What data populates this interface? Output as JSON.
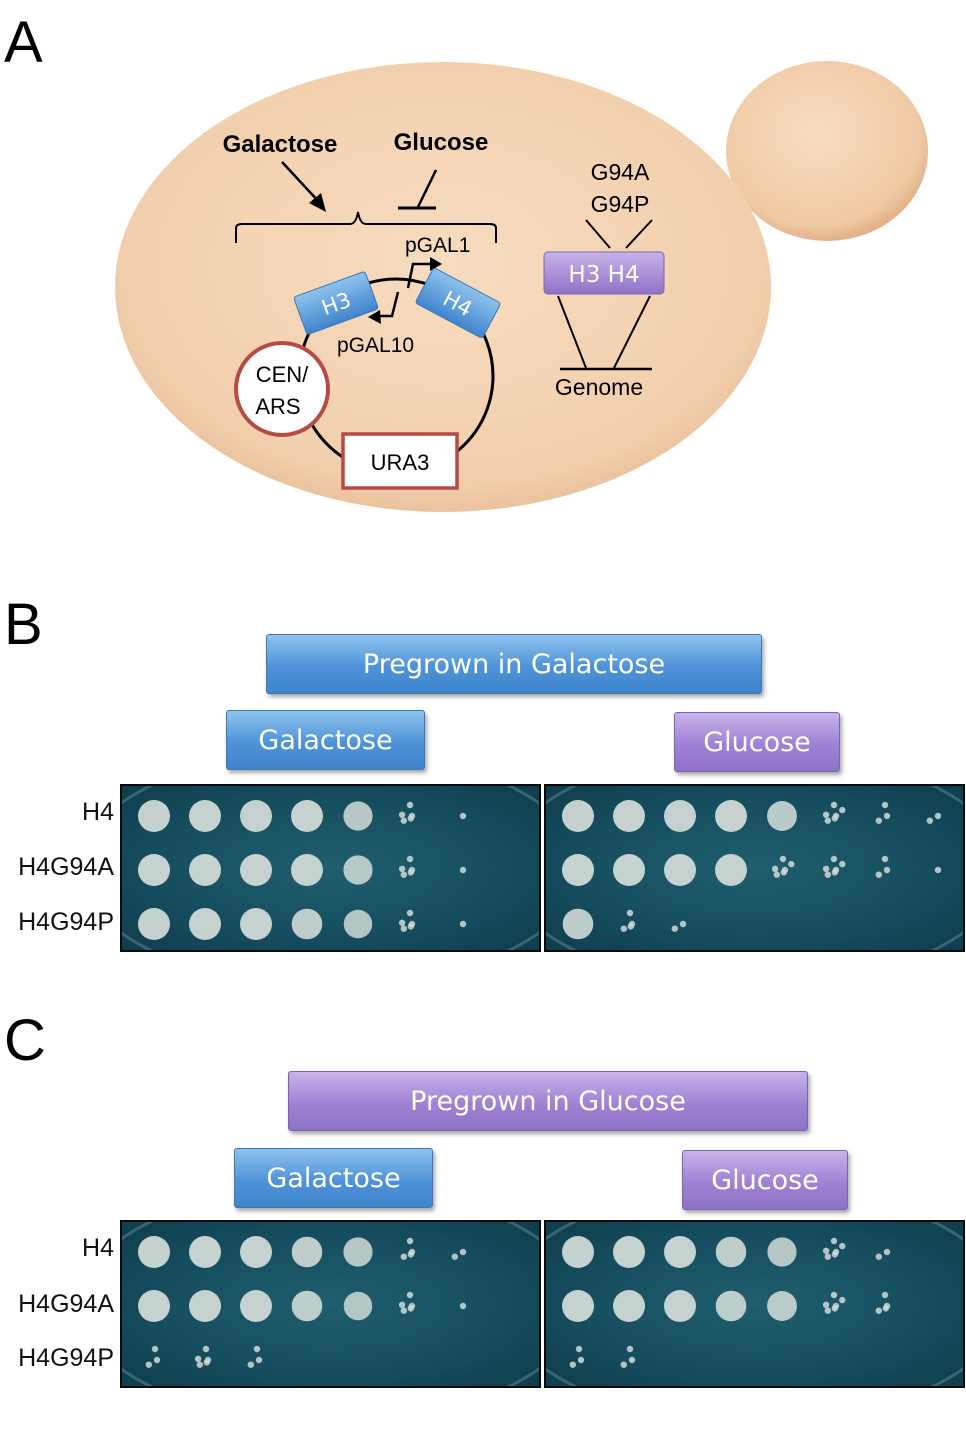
{
  "panel_a": {
    "letter": "A",
    "galactose": "Galactose",
    "glucose": "Glucose",
    "pgal1": "pGAL1",
    "pgal10": "pGAL10",
    "h3": "H3",
    "h4": "H4",
    "cen_ars_line1": "CEN/",
    "cen_ars_line2": "ARS",
    "ura3": "URA3",
    "mut1": "G94A",
    "mut2": "G94P",
    "h3h4": "H3 H4",
    "genome": "Genome"
  },
  "panel_b": {
    "letter": "B",
    "pregrown": "Pregrown in Galactose",
    "left_plate": "Galactose",
    "right_plate": "Glucose",
    "rows": [
      "H4",
      "H4G94A",
      "H4G94P"
    ]
  },
  "panel_c": {
    "letter": "C",
    "pregrown": "Pregrown in Glucose",
    "left_plate": "Galactose",
    "right_plate": "Glucose",
    "rows": [
      "H4",
      "H4G94A",
      "H4G94P"
    ]
  },
  "colors": {
    "cell_fill": "#f3d2b0",
    "blue_box": "#4e93d8",
    "purple_box": "#9e82d4",
    "red_border": "#b84a44",
    "plate_bg": "#154d5e",
    "colony": "#cfd9d6"
  },
  "growth": {
    "b_left": [
      [
        1,
        1,
        1,
        1,
        0.8,
        0.5,
        0.12,
        0
      ],
      [
        1,
        1,
        1,
        1,
        0.8,
        0.45,
        0.1,
        0
      ],
      [
        1,
        1,
        1,
        0.9,
        0.75,
        0.5,
        0.1,
        0
      ]
    ],
    "b_right": [
      [
        1,
        1,
        1,
        1,
        0.85,
        0.55,
        0.25,
        0.2
      ],
      [
        1,
        1,
        1,
        1,
        0.6,
        0.6,
        0.3,
        0.08
      ],
      [
        0.9,
        0.35,
        0.15,
        0,
        0,
        0,
        0,
        0
      ]
    ],
    "c_left": [
      [
        1,
        1,
        1,
        0.9,
        0.8,
        0.4,
        0.15,
        0
      ],
      [
        1,
        1,
        1,
        0.9,
        0.75,
        0.45,
        0.12,
        0
      ],
      [
        0.25,
        0.5,
        0.3,
        0,
        0,
        0,
        0,
        0
      ]
    ],
    "c_right": [
      [
        1,
        1,
        1,
        0.9,
        0.8,
        0.55,
        0.15,
        0
      ],
      [
        1,
        1,
        1,
        0.9,
        0.85,
        0.6,
        0.35,
        0
      ],
      [
        0.3,
        0.25,
        0,
        0,
        0,
        0,
        0,
        0
      ]
    ]
  }
}
